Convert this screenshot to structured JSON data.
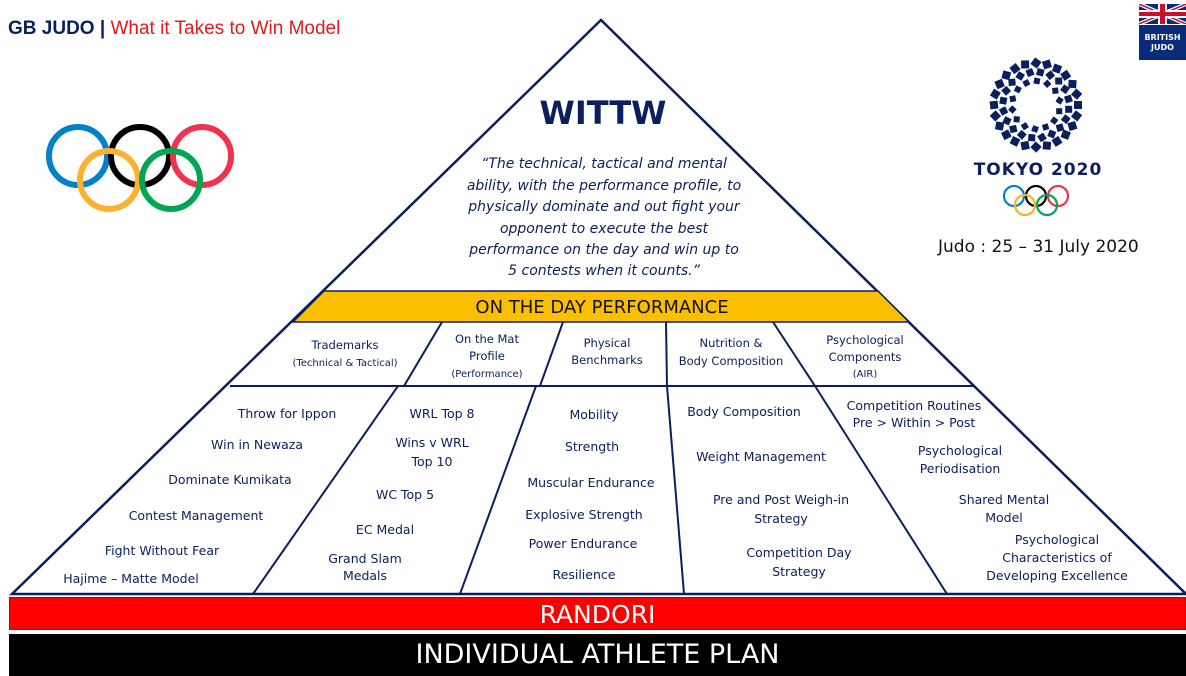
{
  "header": {
    "brand": "GB JUDO",
    "separator": "|",
    "title": "What it Takes to Win Model"
  },
  "logo_text": {
    "gb_logo": "BRITISH JUDO"
  },
  "tokyo": {
    "name": "TOKYO 2020",
    "dates": "Judo : 25 – 31 July 2020"
  },
  "pyramid": {
    "heading": "WITTW",
    "quote_lines": [
      "“The technical, tactical and mental",
      "ability, with the performance profile, to",
      "physically dominate and out fight your",
      "opponent to execute the best",
      "performance on the day and win up to",
      "5 contests when it counts.”"
    ],
    "band_label": "ON THE DAY PERFORMANCE",
    "pillars": [
      {
        "header_lines": [
          "Trademarks",
          "(Technical & Tactical)"
        ],
        "items": [
          "Throw for Ippon",
          "Win in Newaza",
          "Dominate Kumikata",
          "Contest Management",
          "Fight Without Fear",
          "Hajime – Matte Model"
        ]
      },
      {
        "header_lines": [
          "On the Mat",
          "Profile",
          "(Performance)"
        ],
        "items": [
          "WRL Top 8",
          "Wins v WRL",
          "Top 10",
          "WC Top 5",
          "EC Medal",
          "Grand Slam",
          "Medals"
        ]
      },
      {
        "header_lines": [
          "Physical",
          "Benchmarks"
        ],
        "items": [
          "Mobility",
          "Strength",
          "Muscular Endurance",
          "Explosive Strength",
          "Power Endurance",
          "Resilience"
        ]
      },
      {
        "header_lines": [
          "Nutrition &",
          "Body Composition"
        ],
        "items": [
          "Body Composition",
          "Weight Management",
          "Pre and Post Weigh-in",
          "Strategy",
          "Competition Day",
          "Strategy"
        ]
      },
      {
        "header_lines": [
          "Psychological",
          "Components",
          "(AIR)"
        ],
        "items": [
          "Competition Routines",
          "Pre > Within > Post",
          "Psychological",
          "Periodisation",
          "Shared Mental",
          "Model",
          "Psychological",
          "Characteristics of",
          "Developing Excellence"
        ]
      }
    ]
  },
  "bars": {
    "randori": "RANDORI",
    "plan": "INDIVIDUAL ATHLETE PLAN"
  },
  "colors": {
    "navy": "#0a1f5c",
    "red": "#e01c1c",
    "gold_band": "#fbbf00",
    "randori_bar": "#ff0000",
    "plan_bar": "#000000",
    "olympic_blue": "#0081c8",
    "olympic_yellow": "#fcb131",
    "olympic_black": "#000000",
    "olympic_green": "#00a651",
    "olympic_red": "#ee334e"
  }
}
